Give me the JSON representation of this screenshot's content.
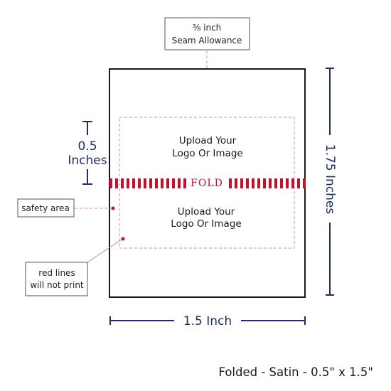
{
  "seam_label": {
    "line1": "⅜ inch",
    "line2": "Seam Allowance"
  },
  "height_small": {
    "line1": "0.5",
    "line2": "Inches"
  },
  "height_large": "1.75 Inches",
  "width_label": "1.5 Inch",
  "upload_top": {
    "line1": "Upload Your",
    "line2": "Logo Or Image"
  },
  "upload_bottom": {
    "line1": "Upload Your",
    "line2": "Logo Or Image"
  },
  "fold_label": "FOLD",
  "safety_label": "safety area",
  "red_lines_note": {
    "line1": "red lines",
    "line2": "will not print"
  },
  "footer_caption": "Folded - Satin - 0.5\" x 1.5\"",
  "colors": {
    "dimension": "#1f2d6b",
    "fold_red": "#c8102e",
    "safety_pink": "#e48a98",
    "outline": "#1a1a1a"
  }
}
